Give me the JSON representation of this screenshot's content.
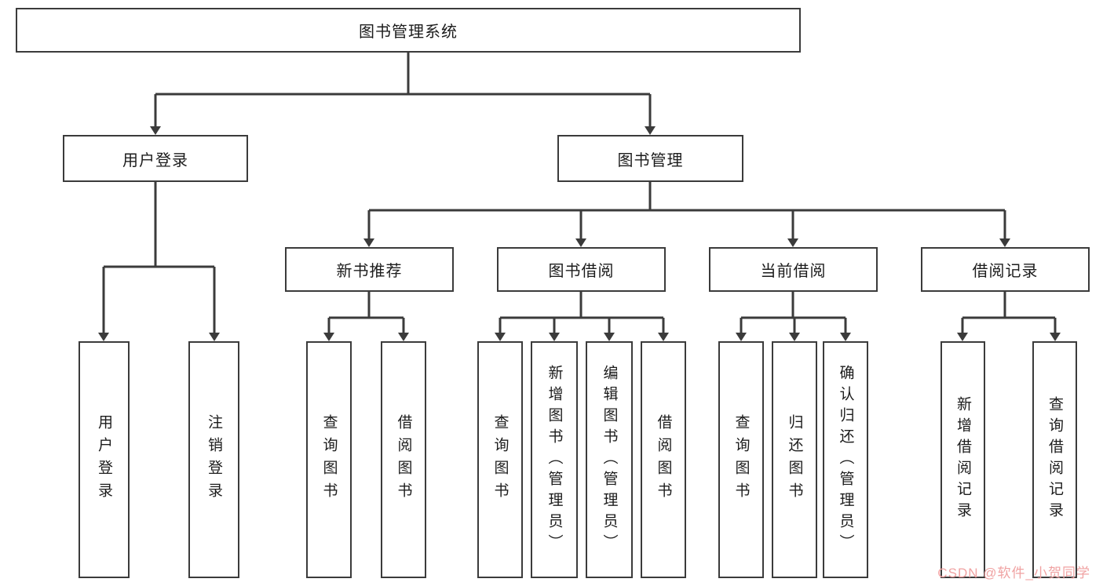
{
  "diagram": {
    "root": {
      "label": "图书管理系统"
    },
    "branches": [
      {
        "label": "用户登录",
        "children": [
          {
            "label": "用户登录"
          },
          {
            "label": "注销登录"
          }
        ]
      },
      {
        "label": "图书管理",
        "children": [
          {
            "label": "新书推荐",
            "children": [
              {
                "label": "查询图书"
              },
              {
                "label": "借阅图书"
              }
            ]
          },
          {
            "label": "图书借阅",
            "children": [
              {
                "label": "查询图书"
              },
              {
                "label": "新增图书（管理员）"
              },
              {
                "label": "编辑图书（管理员）"
              },
              {
                "label": "借阅图书"
              }
            ]
          },
          {
            "label": "当前借阅",
            "children": [
              {
                "label": "查询图书"
              },
              {
                "label": "归还图书"
              },
              {
                "label": "确认归还（管理员）"
              }
            ]
          },
          {
            "label": "借阅记录",
            "children": [
              {
                "label": "新增借阅记录"
              },
              {
                "label": "查询借阅记录"
              }
            ]
          }
        ]
      }
    ]
  },
  "colors": {
    "line": "#3b3b3b",
    "watermark": "#f0a2a2"
  },
  "watermark": "CSDN @软件_小贺同学"
}
